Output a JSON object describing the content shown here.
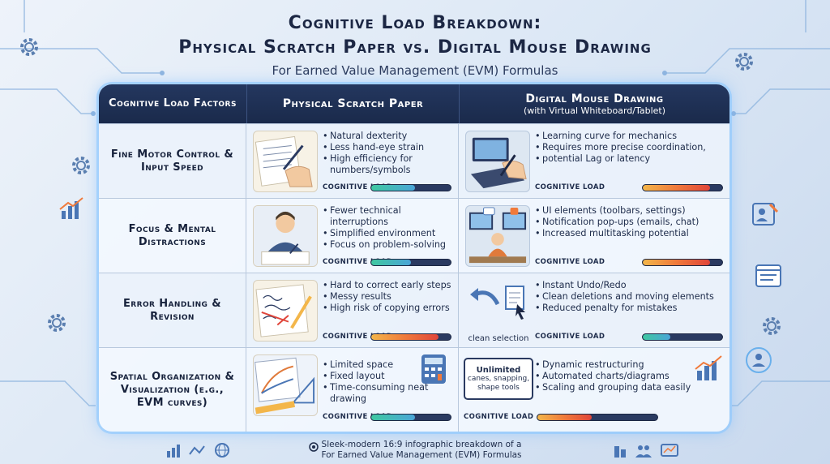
{
  "title": {
    "line1": "Cognitive Load Breakdown:",
    "line2": "Physical Scratch Paper vs. Digital Mouse Drawing",
    "subtitle": "For Earned Value Management (EVM) Formulas"
  },
  "header": {
    "factors": "Cognitive Load Factors",
    "paper": "Physical Scratch Paper",
    "digital": "Digital Mouse Drawing",
    "digital_sub": "(with Virtual Whiteboard/Tablet)"
  },
  "load_label": "COGNITIVE LOAD",
  "rows": [
    {
      "factor": "Fine Motor Control & Input Speed",
      "paper": [
        "Natural dexterity",
        "Less hand-eye strain",
        "High efficiency for numbers/symbols"
      ],
      "paper_load": 0.55,
      "digital": [
        "Learning curve for mechanics",
        "Requires more precise coordination,",
        "potential Lag or latency"
      ],
      "digital_load": 0.85
    },
    {
      "factor": "Focus & Mental Distractions",
      "paper": [
        "Fewer technical interruptions",
        "Simplified environment",
        "Focus on problem-solving"
      ],
      "paper_load": 0.5,
      "digital": [
        "UI elements (toolbars, settings)",
        "Notification pop-ups (emails, chat)",
        "Increased multitasking potential"
      ],
      "digital_load": 0.85
    },
    {
      "factor": "Error Handling & Revision",
      "paper": [
        "Hard to correct early steps",
        "Messy results",
        "High risk of copying errors"
      ],
      "paper_load": 0.85,
      "digital": [
        "Instant Undo/Redo",
        "Clean deletions and moving elements",
        "Reduced penalty for mistakes"
      ],
      "digital_load": 0.35,
      "digital_caption": "clean selection"
    },
    {
      "factor": "Spatial Organization & Visualization (e.g., EVM curves)",
      "paper": [
        "Limited space",
        "Fixed layout",
        "Time-consuming neat drawing"
      ],
      "paper_load": 0.55,
      "digital": [
        "Dynamic restructuring",
        "Automated charts/diagrams",
        "Scaling and grouping data easily"
      ],
      "digital_load": 0.45,
      "digital_box": [
        "Unlimited",
        "canes, snapping,",
        "shape tools"
      ]
    }
  ],
  "footer": {
    "line1": "Sleek-modern 16:9 infographic breakdown of a",
    "line2": "For Earned Value Management (EVM) Formulas"
  },
  "colors": {
    "low_start": "#3fc8a0",
    "low_end": "#4aa5d8",
    "high_start": "#f3b64a",
    "high_end": "#e0453a",
    "header_bg": "#1a2a4b"
  },
  "icons": [
    "gear-icon",
    "bar-chart-icon",
    "user-card-icon",
    "browser-window-icon",
    "globe-icon",
    "team-icon",
    "monitor-chart-icon",
    "building-icon"
  ]
}
